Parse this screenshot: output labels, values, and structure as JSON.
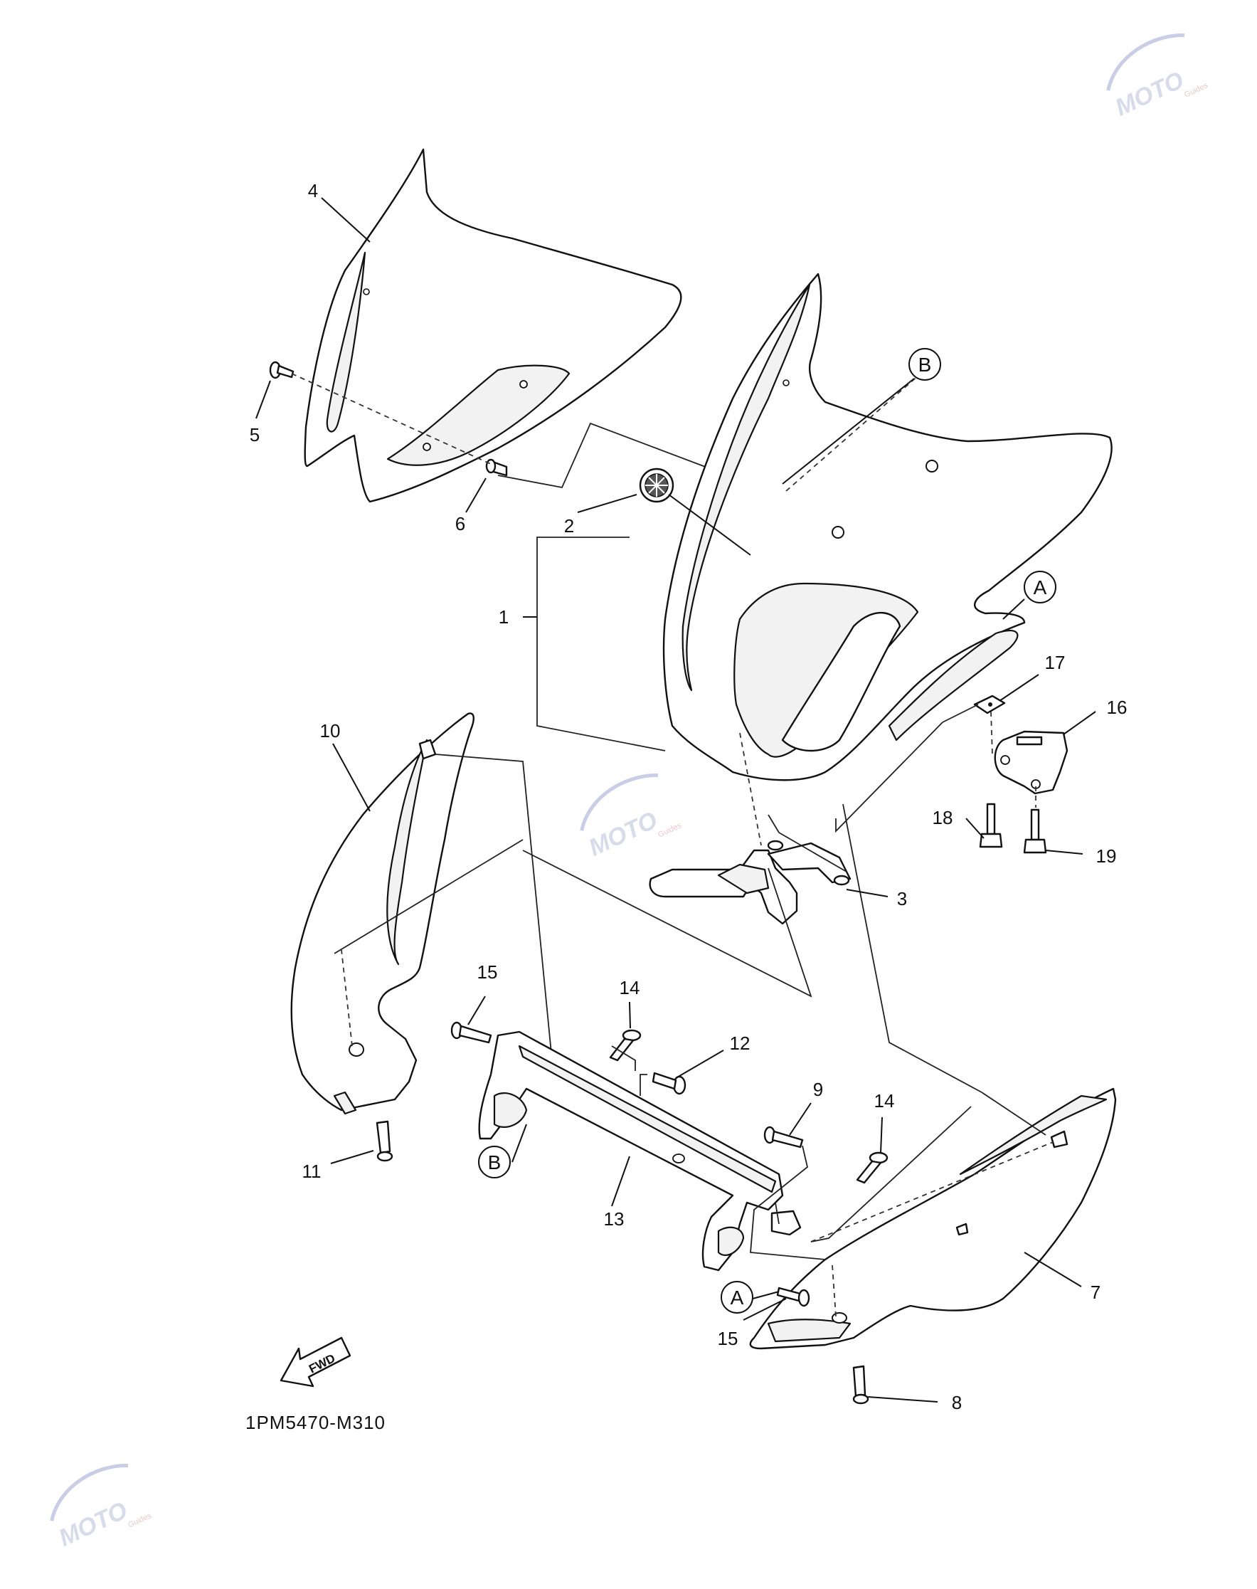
{
  "diagram": {
    "code": "1PM5470-M310",
    "fwd_label": "FWD",
    "part_labels": [
      "1",
      "2",
      "3",
      "4",
      "5",
      "6",
      "7",
      "8",
      "9",
      "10",
      "11",
      "12",
      "13",
      "14",
      "14",
      "15",
      "15",
      "16",
      "17",
      "18",
      "19"
    ],
    "reference_labels": [
      "A",
      "B",
      "A",
      "B"
    ],
    "watermark": {
      "text": "MOTO",
      "sub": "Guides"
    }
  }
}
